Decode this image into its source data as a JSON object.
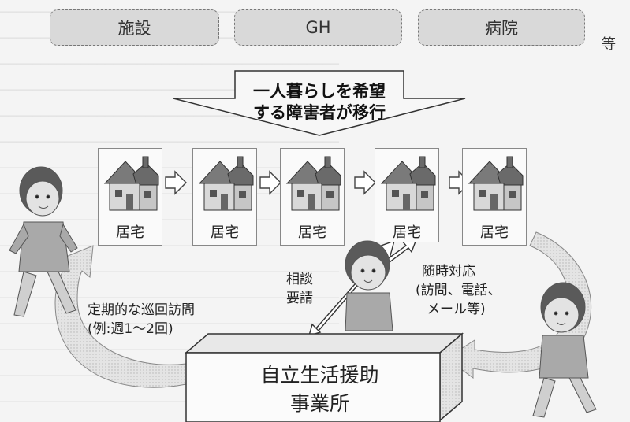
{
  "top_boxes": [
    "施設",
    "GH",
    "病院"
  ],
  "top_suffix": "等",
  "banner": {
    "line1": "一人暮らしを希望",
    "line2": "する障害者が移行"
  },
  "houses": [
    "居宅",
    "居宅",
    "居宅",
    "居宅",
    "居宅"
  ],
  "left_label": {
    "line1": "定期的な巡回訪問",
    "line2": "(例:週1～2回)"
  },
  "consult_label": {
    "line1": "相談",
    "line2": "要請"
  },
  "response_label": {
    "line1": "随時対応",
    "line2": "(訪問、電話、",
    "line3": "メール等)"
  },
  "office": {
    "line1": "自立生活援助",
    "line2": "事業所"
  }
}
